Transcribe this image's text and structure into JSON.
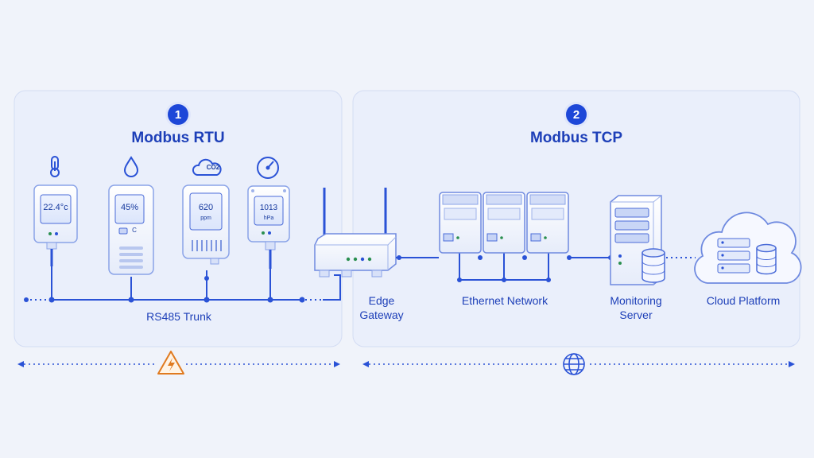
{
  "sections": [
    {
      "number": "1",
      "title": "Modbus RTU"
    },
    {
      "number": "2",
      "title": "Modbus TCP"
    }
  ],
  "sensors": [
    {
      "icon": "thermometer-icon",
      "reading": "22.4°c"
    },
    {
      "icon": "water-drop-icon",
      "reading": "45%",
      "sub": "C"
    },
    {
      "icon": "co2-cloud-icon",
      "icon_text": "CO2",
      "reading": "620",
      "unit": "ppm"
    },
    {
      "icon": "pressure-gauge-icon",
      "reading": "1013",
      "unit": "hPa"
    }
  ],
  "labels": {
    "trunk": "RS485 Trunk",
    "gateway_line1": "Edge",
    "gateway_line2": "Gateway",
    "ethernet": "Ethernet Network",
    "server_line1": "Monitoring",
    "server_line2": "Server",
    "cloud": "Cloud Platform"
  },
  "bottom_icons": [
    "warning-lightning-icon",
    "globe-icon"
  ],
  "colors": {
    "primary": "#1d47d8",
    "line": "#2a52d6",
    "panel_bg": "#eaeffb",
    "warning": "#e07a1f"
  }
}
